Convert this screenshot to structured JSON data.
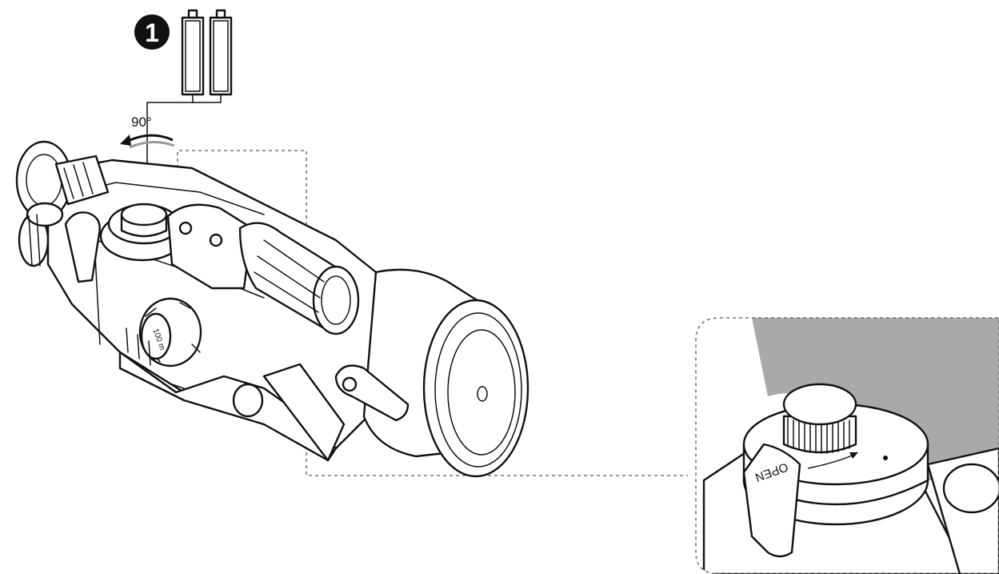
{
  "step": {
    "number": "1"
  },
  "rotation": {
    "angle_label": "90°"
  },
  "markings": {
    "range_label": "100 m",
    "cover_label": "OPEN"
  },
  "colors": {
    "ink": "#111111",
    "dashed_leader": "#777777",
    "inset_background": "#a9a9a9"
  }
}
